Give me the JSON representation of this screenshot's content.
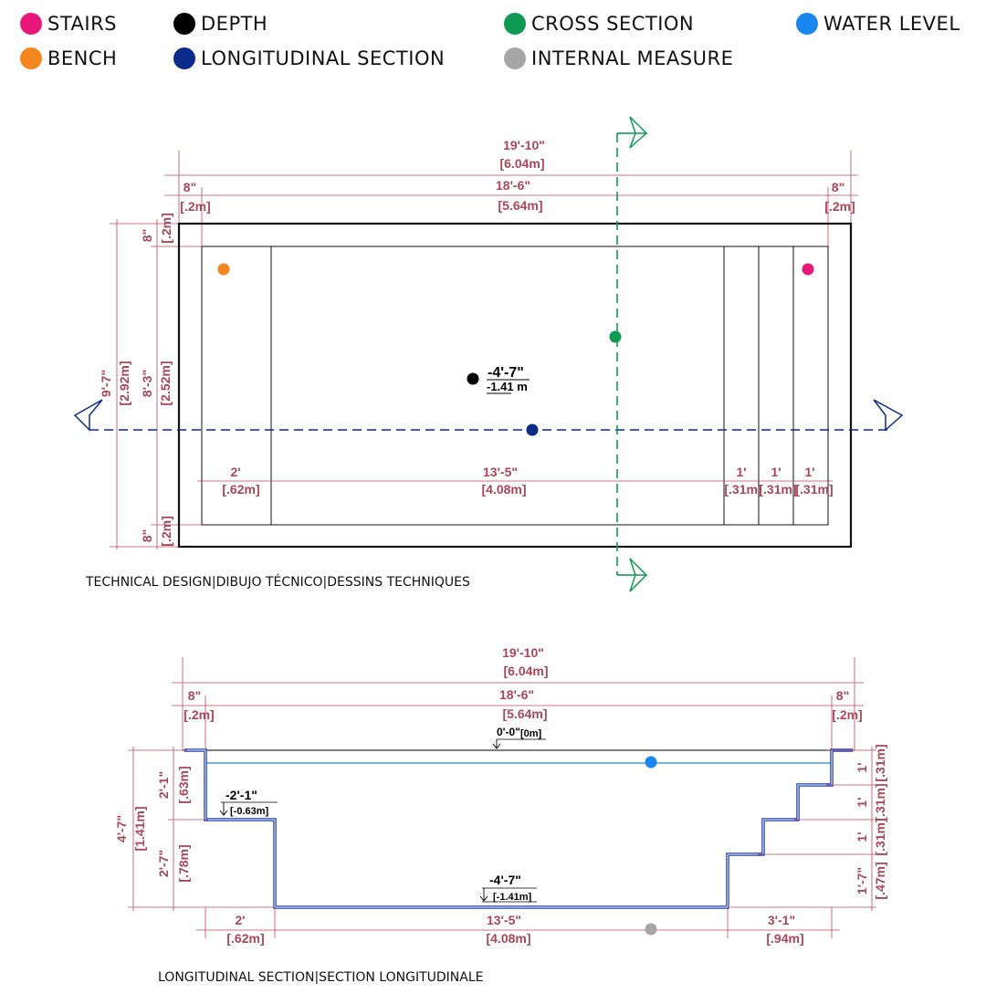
{
  "colors": {
    "stairs": "#e8187a",
    "bench": "#f4861f",
    "depth": "#000000",
    "longitudinal": "#0b2a8a",
    "cross": "#0f9a52",
    "water": "#1a86f0",
    "internal": "#a6a6a6",
    "dim": "#a8465a",
    "poolLine": "#1e3fa8"
  },
  "legend": {
    "stairs": "STAIRS",
    "bench": "BENCH",
    "depth": "DEPTH",
    "longitudinal": "LONGITUDINAL SECTION",
    "cross": "CROSS SECTION",
    "water": "WATER LEVEL",
    "internal": "INTERNAL MEASURE"
  },
  "plan": {
    "caption": "TECHNICAL DESIGN|DIBUJO TÉCNICO|DESSINS TECHNIQUES",
    "overall_ft": "19'-10\"",
    "overall_m": "[6.04m]",
    "wall_ft": "8\"",
    "wall_m": "[.2m]",
    "inner_ft": "18'-6\"",
    "inner_m": "[5.64m]",
    "width_ft": "9'-7\"",
    "width_m": "[2.92m]",
    "inner_w_ft": "8'-3\"",
    "inner_w_m": "[2.52m]",
    "bench_ft": "2'",
    "bench_m": "[.62m]",
    "main_ft": "13'-5\"",
    "main_m": "[4.08m]",
    "step_ft": "1'",
    "step_m": "[.31m]",
    "depth_ft": "-4'-7\"",
    "depth_m": "-1.41 m"
  },
  "section": {
    "caption": "LONGITUDINAL SECTION|SECTION LONGITUDINALE",
    "overall_ft": "19'-10\"",
    "overall_m": "[6.04m]",
    "wall_ft": "8\"",
    "wall_m": "[.2m]",
    "inner_ft": "18'-6\"",
    "inner_m": "[5.64m]",
    "top_ft": "0'-0\"",
    "top_m": "[0m]",
    "bench_elev_ft": "-2'-1\"",
    "bench_elev_m": "[-0.63m]",
    "floor_elev_ft": "-4'-7\"",
    "floor_elev_m": "[-1.41m]",
    "total_depth_ft": "4'-7\"",
    "total_depth_m": "[1.41m]",
    "upper_ft": "2'-1\"",
    "upper_m": "[.63m]",
    "lower_ft": "2'-7\"",
    "lower_m": "[.78m]",
    "step_ft": "1'",
    "step_m": "[.31m]",
    "last_step_ft": "1'-7\"",
    "last_step_m": "[.47m]",
    "bench_ft": "2'",
    "bench_m": "[.62m]",
    "main_ft": "13'-5\"",
    "main_m": "[4.08m]",
    "stair_run_ft": "3'-1\"",
    "stair_run_m": "[.94m]"
  }
}
